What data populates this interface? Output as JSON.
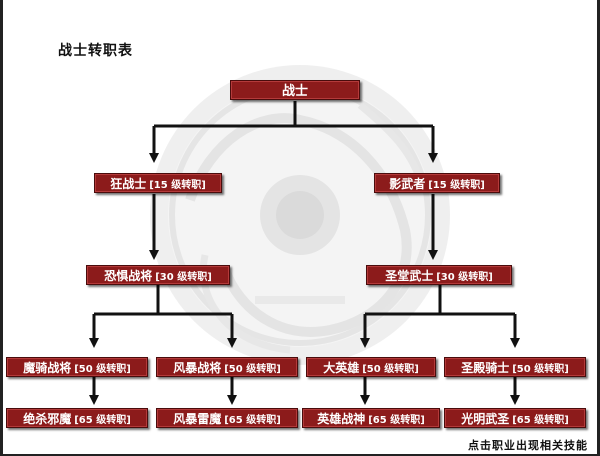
{
  "diagram": {
    "title": "战士转职表",
    "footer": "点击职业出现相关技能",
    "nodes": {
      "root": {
        "name": "战士",
        "tag": ""
      },
      "kuangzhanshi": {
        "name": "狂战士",
        "tag": "[15 级转职]"
      },
      "yingwuzhe": {
        "name": "影武者",
        "tag": "[15 级转职]"
      },
      "kongjuzhanjiang": {
        "name": "恐惧战将",
        "tag": "[30 级转职]"
      },
      "shengtangwushi": {
        "name": "圣堂武士",
        "tag": "[30 级转职]"
      },
      "moqizhanjiang": {
        "name": "魔骑战将",
        "tag": "[50 级转职]"
      },
      "fengbaozhanjiang": {
        "name": "风暴战将",
        "tag": "[50 级转职]"
      },
      "dayingxiong": {
        "name": "大英雄",
        "tag": "[50 级转职]"
      },
      "shengdianqishi": {
        "name": "圣殿骑士",
        "tag": "[50 级转职]"
      },
      "jueshaxiemo": {
        "name": "绝杀邪魔",
        "tag": "[65 级转职]"
      },
      "fengbaoleimo": {
        "name": "风暴雷魔",
        "tag": "[65 级转职]"
      },
      "yingxiongzhanshen": {
        "name": "英雄战神",
        "tag": "[65 级转职]"
      },
      "guangmingwusheng": {
        "name": "光明武圣",
        "tag": "[65 级转职]"
      }
    },
    "colors": {
      "node_fill": "#8c1b1b",
      "node_text": "#ffffff",
      "connector": "#111111",
      "emblem": "#d9d9d9"
    }
  }
}
